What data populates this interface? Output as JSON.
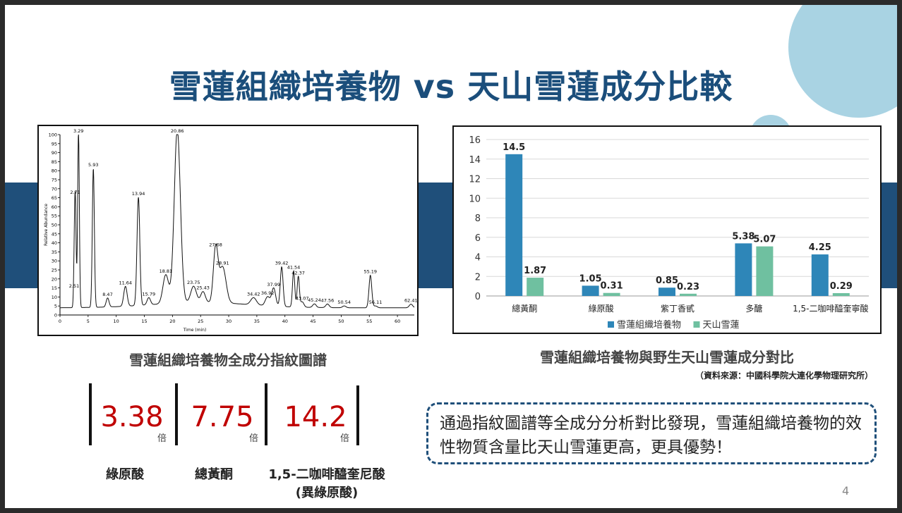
{
  "title": "雪蓮組織培養物 vs 天山雪蓮成分比較",
  "chromatogram": {
    "caption": "雪蓮組織培養物全成分指紋圖譜",
    "ylabel": "Relative Abundance",
    "xlabel": "Time (min)",
    "y_ticks": [
      "0",
      "5",
      "10",
      "15",
      "20",
      "25",
      "30",
      "35",
      "40",
      "45",
      "50",
      "55",
      "60",
      "65",
      "70",
      "75",
      "80",
      "85",
      "90",
      "95",
      "100"
    ],
    "x_ticks": [
      "0",
      "5",
      "10",
      "15",
      "20",
      "25",
      "30",
      "35",
      "40",
      "45",
      "50",
      "55",
      "60"
    ],
    "peak_labels": [
      "2.51",
      "2.71",
      "3.29",
      "5.93",
      "8.47",
      "11.64",
      "13.94",
      "15.79",
      "18.81",
      "20.86",
      "23.75",
      "25.43",
      "27.68",
      "28.91",
      "34.42",
      "36.92",
      "37.99",
      "39.42",
      "41.54",
      "42.37",
      "43.07",
      "45.24",
      "47.56",
      "50.54",
      "55.19",
      "56.11",
      "62.41"
    ]
  },
  "chart_data": {
    "type": "bar",
    "caption": "雪蓮組織培養物與野生天山雪蓮成分對比",
    "categories": [
      "總黃酮",
      "綠原酸",
      "紫丁香甙",
      "多醣",
      "1,5-二咖啡醯奎寧酸"
    ],
    "series": [
      {
        "name": "雪蓮組織培養物",
        "values": [
          14.5,
          1.05,
          0.85,
          5.38,
          4.25
        ],
        "color": "#2e86b8"
      },
      {
        "name": "天山雪蓮",
        "values": [
          1.87,
          0.31,
          0.23,
          5.07,
          0.29
        ],
        "color": "#6fc0a0"
      }
    ],
    "data_labels": [
      [
        "14.5",
        "1.05",
        "0.85",
        "5.38",
        "4.25"
      ],
      [
        "1.87",
        "0.31",
        "0.23",
        "5.07",
        "0.29"
      ]
    ],
    "ylim": [
      0,
      16
    ],
    "y_ticks": [
      "0",
      "2",
      "4",
      "6",
      "8",
      "10",
      "12",
      "14",
      "16"
    ],
    "grid": true,
    "legend": "bottom"
  },
  "source": "（資料來源：中國科學院大連化學物理研究所）",
  "stats": [
    {
      "value": "3.38",
      "unit": "倍",
      "label": "綠原酸",
      "sublabel": ""
    },
    {
      "value": "7.75",
      "unit": "倍",
      "label": "總黃酮",
      "sublabel": ""
    },
    {
      "value": "14.2",
      "unit": "倍",
      "label": "1,5-二咖啡醯奎尼酸",
      "sublabel": "(異綠原酸)"
    }
  ],
  "note": "通過指紋圖譜等全成分分析對比發現，雪蓮組織培養物的效性物質含量比天山雪蓮更高，更具優勢！",
  "page_number": "4"
}
